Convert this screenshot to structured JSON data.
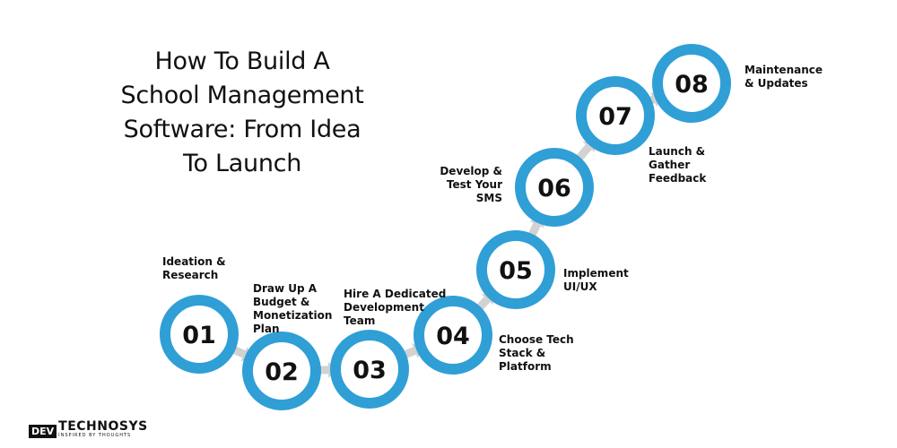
{
  "title": {
    "lines": [
      "How To Build A",
      "School Management",
      "Software: From Idea",
      "To Launch"
    ]
  },
  "colors": {
    "accent": "#2f9fd6",
    "arrow": "#d2d2d2",
    "text": "#111111"
  },
  "steps": [
    {
      "number": "01",
      "label_lines": [
        "Ideation &",
        "Research"
      ]
    },
    {
      "number": "02",
      "label_lines": [
        "Draw Up A",
        "Budget &",
        "Monetization",
        "Plan"
      ]
    },
    {
      "number": "03",
      "label_lines": [
        "Hire A Dedicated",
        "Development",
        "Team"
      ]
    },
    {
      "number": "04",
      "label_lines": [
        "Choose Tech",
        "Stack &",
        "Platform"
      ]
    },
    {
      "number": "05",
      "label_lines": [
        "Implement",
        "UI/UX"
      ]
    },
    {
      "number": "06",
      "label_lines": [
        "Develop &",
        "Test Your",
        "SMS"
      ]
    },
    {
      "number": "07",
      "label_lines": [
        "Launch &",
        "Gather",
        "Feedback"
      ]
    },
    {
      "number": "08",
      "label_lines": [
        "Maintenance",
        "& Updates"
      ]
    }
  ],
  "logo": {
    "box_text": "DEV",
    "main_text": "TECHNOSYS",
    "tagline": "INSPIRED BY THOUGHTS"
  }
}
